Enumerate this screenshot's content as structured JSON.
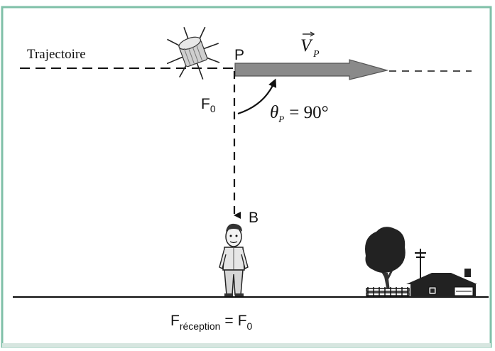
{
  "labels": {
    "trajectory": "Trajectoire",
    "point_p": "P",
    "velocity_symbol": "V",
    "velocity_subscript": "P",
    "f0_main": "F",
    "f0_sub": "0",
    "angle_symbol": "θ",
    "angle_subscript": "P",
    "angle_value": "= 90°",
    "point_b": "B",
    "reception_main": "F",
    "reception_sub": "réception",
    "reception_eq": "=",
    "reception_rhs_main": "F",
    "reception_rhs_sub": "0"
  },
  "colors": {
    "frame": "#7fc0a8",
    "velocity_arrow": "#8a8a8a",
    "ink": "#111111"
  }
}
